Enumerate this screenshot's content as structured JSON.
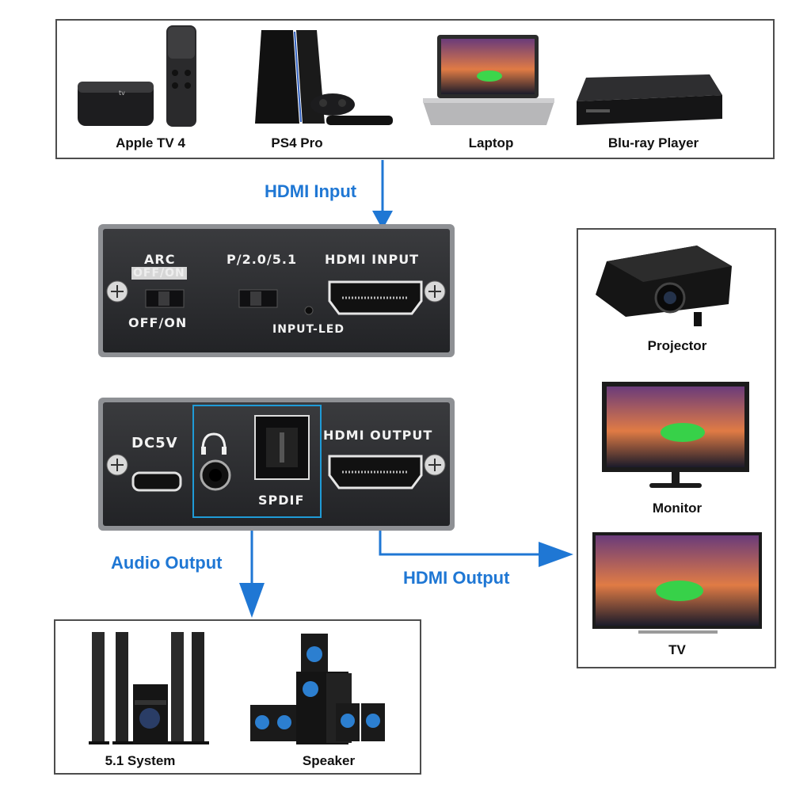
{
  "sources": {
    "apple_tv": "Apple TV 4",
    "ps4": "PS4 Pro",
    "laptop": "Laptop",
    "bluray": "Blu-ray Player"
  },
  "flow_labels": {
    "hdmi_input": "HDMI  Input",
    "audio_output": "Audio Output",
    "hdmi_output": "HDMI Output"
  },
  "front_panel": {
    "arc": "ARC",
    "arc_sub": "OFF/ON",
    "switch_left": "OFF/ON",
    "mode": "P/2.0/5.1",
    "hdmi_input": "HDMI INPUT",
    "input_led": "INPUT-LED"
  },
  "back_panel": {
    "power": "DC5V",
    "spdif": "SPDIF",
    "hdmi_output": "HDMI OUTPUT"
  },
  "displays": {
    "projector": "Projector",
    "monitor": "Monitor",
    "tv": "TV"
  },
  "audio_devices": {
    "system": "5.1 System",
    "speaker": "Speaker"
  },
  "colors": {
    "accent_blue": "#1f77d4",
    "panel_dark": "#2c2d30",
    "box_border": "#4d4d4d"
  }
}
